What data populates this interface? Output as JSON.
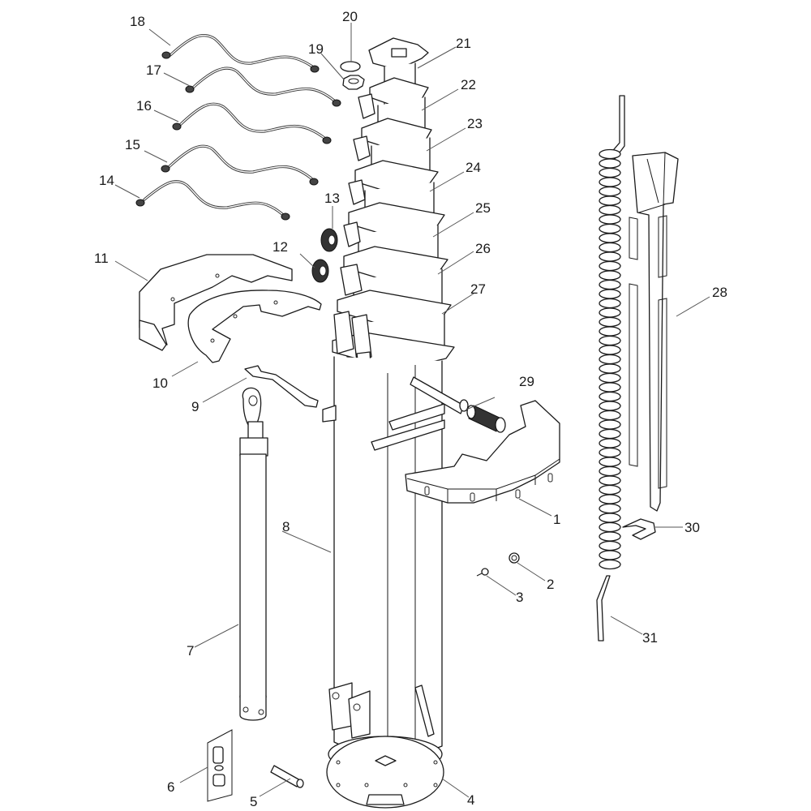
{
  "diagram": {
    "type": "exploded-parts-diagram",
    "subject": "Telescopic mast assembly",
    "colors": {
      "line": "#1a1a1a",
      "leader": "#555555",
      "background": "#ffffff"
    },
    "callouts": [
      {
        "id": "1",
        "label": "1",
        "part": "lower-guard-bracket"
      },
      {
        "id": "2",
        "label": "2",
        "part": "nut"
      },
      {
        "id": "3",
        "label": "3",
        "part": "bolt"
      },
      {
        "id": "4",
        "label": "4",
        "part": "base-plate"
      },
      {
        "id": "5",
        "label": "5",
        "part": "pin"
      },
      {
        "id": "6",
        "label": "6",
        "part": "fitting-kit"
      },
      {
        "id": "7",
        "label": "7",
        "part": "hydraulic-cylinder"
      },
      {
        "id": "8",
        "label": "8",
        "part": "outer-mast-section"
      },
      {
        "id": "9",
        "label": "9",
        "part": "mounting-bracket"
      },
      {
        "id": "10",
        "label": "10",
        "part": "guard-plate"
      },
      {
        "id": "11",
        "label": "11",
        "part": "upper-guard-cover"
      },
      {
        "id": "12",
        "label": "12",
        "part": "pulley"
      },
      {
        "id": "13",
        "label": "13",
        "part": "pulley"
      },
      {
        "id": "14",
        "label": "14",
        "part": "cable"
      },
      {
        "id": "15",
        "label": "15",
        "part": "cable"
      },
      {
        "id": "16",
        "label": "16",
        "part": "cable"
      },
      {
        "id": "17",
        "label": "17",
        "part": "cable"
      },
      {
        "id": "18",
        "label": "18",
        "part": "cable"
      },
      {
        "id": "19",
        "label": "19",
        "part": "castle-nut"
      },
      {
        "id": "20",
        "label": "20",
        "part": "washer-plate"
      },
      {
        "id": "21",
        "label": "21",
        "part": "mast-section-top"
      },
      {
        "id": "22",
        "label": "22",
        "part": "mast-section"
      },
      {
        "id": "23",
        "label": "23",
        "part": "mast-section"
      },
      {
        "id": "24",
        "label": "24",
        "part": "mast-section"
      },
      {
        "id": "25",
        "label": "25",
        "part": "mast-section"
      },
      {
        "id": "26",
        "label": "26",
        "part": "mast-section"
      },
      {
        "id": "27",
        "label": "27",
        "part": "mast-section"
      },
      {
        "id": "28",
        "label": "28",
        "part": "cable-channel"
      },
      {
        "id": "29",
        "label": "29",
        "part": "handle-grip"
      },
      {
        "id": "30",
        "label": "30",
        "part": "clip"
      },
      {
        "id": "31",
        "label": "31",
        "part": "coiled-cable"
      }
    ]
  }
}
